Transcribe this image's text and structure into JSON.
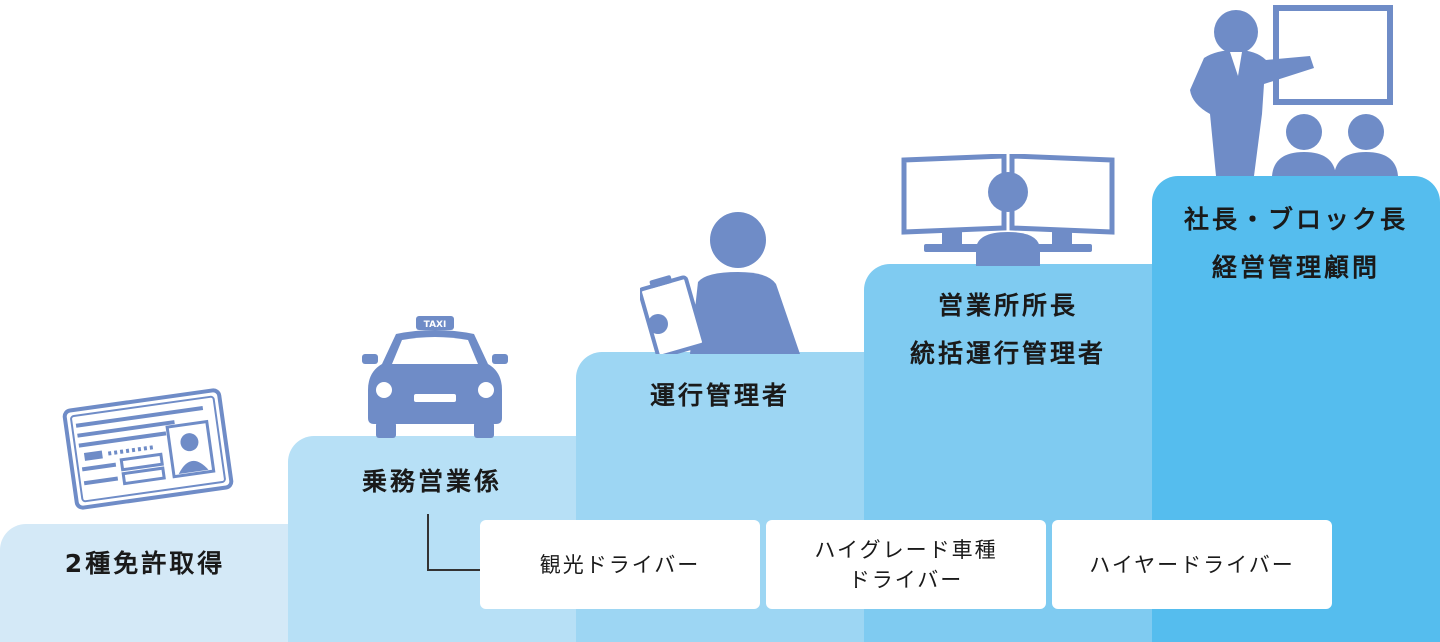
{
  "steps": [
    {
      "lines": [
        "2種免許取得"
      ],
      "color": "#d4e9f7"
    },
    {
      "lines": [
        "乗務営業係"
      ],
      "color": "#b7e0f6"
    },
    {
      "lines": [
        "運行管理者"
      ],
      "color": "#9dd6f3"
    },
    {
      "lines": [
        "営業所所長",
        "統括運行管理者"
      ],
      "color": "#7fcbf1"
    },
    {
      "lines": [
        "社長・ブロック長",
        "経営管理顧問"
      ],
      "color": "#55bdee"
    }
  ],
  "taxi_sign": "TAXI",
  "driver_types": [
    {
      "lines": [
        "観光ドライバー"
      ]
    },
    {
      "lines": [
        "ハイグレード車種",
        "ドライバー"
      ]
    },
    {
      "lines": [
        "ハイヤードライバー"
      ]
    }
  ],
  "colors": {
    "icon": "#6f8cc7",
    "connector": "#333333"
  }
}
